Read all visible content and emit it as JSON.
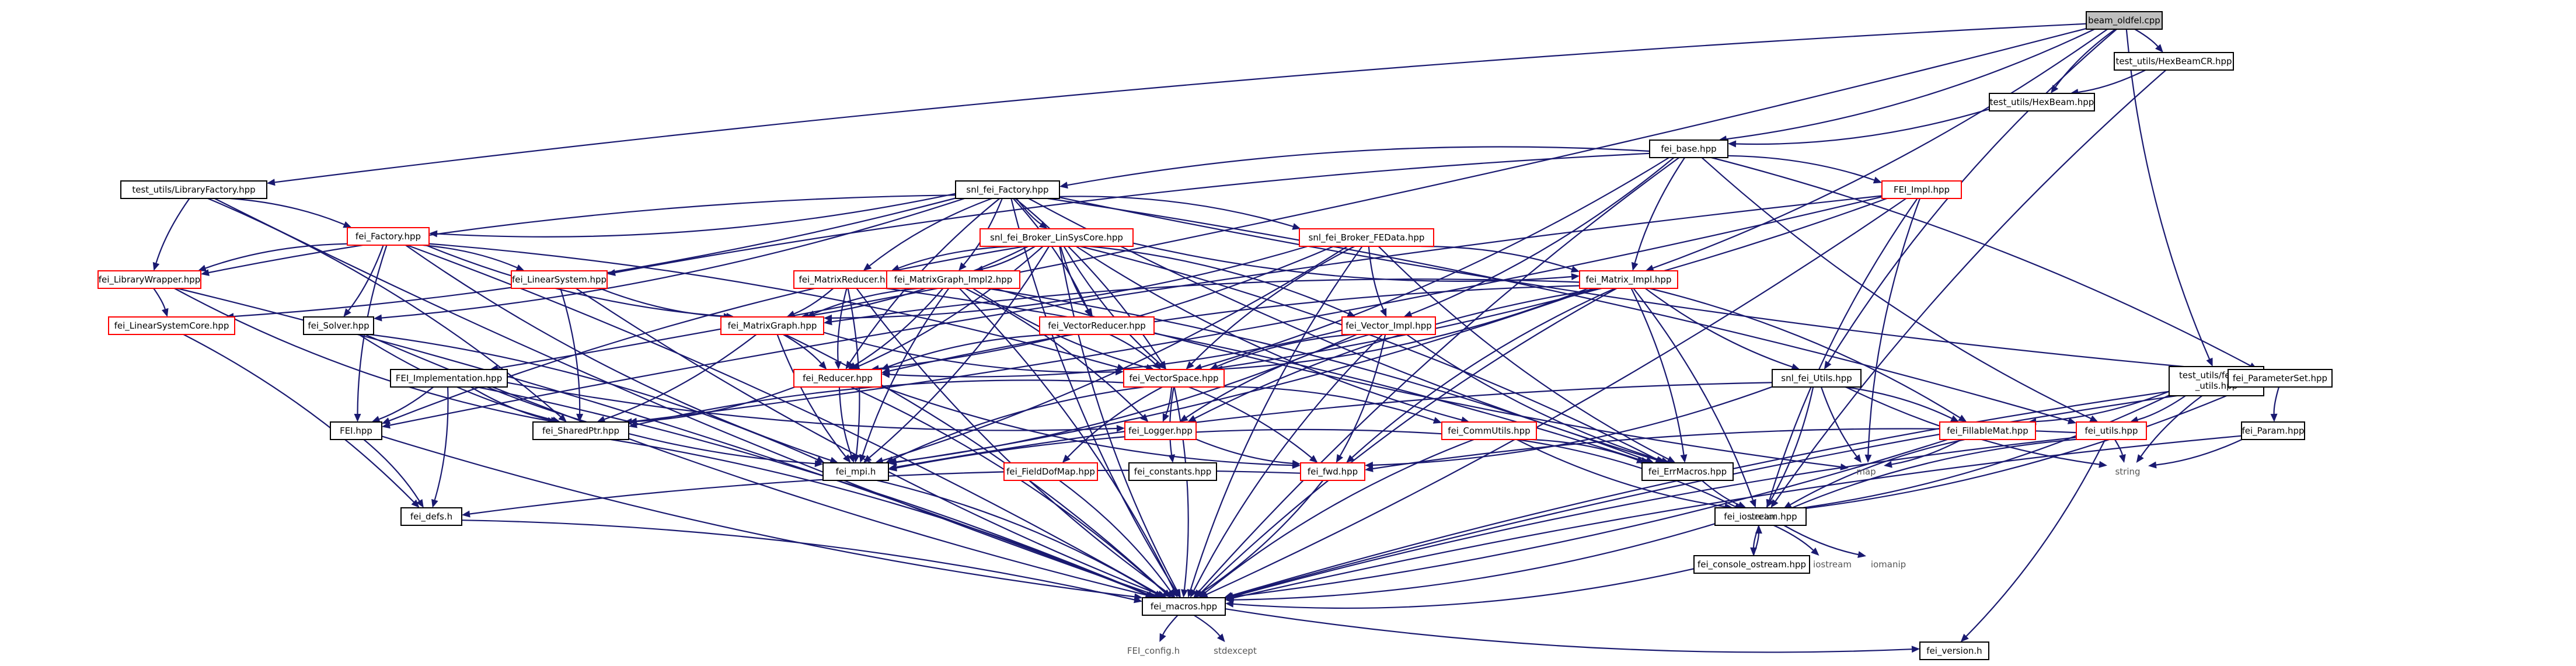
{
  "graph": {
    "root": "beam_oldfel.cpp",
    "colors": {
      "edge": "#191970",
      "node_border": "#000000",
      "truncated_border": "#ff0000",
      "root_fill": "#bfbfbf"
    },
    "nodes": [
      {
        "id": "beam",
        "label": "beam_oldfel.cpp",
        "kind": "root"
      },
      {
        "id": "hexbeamcr",
        "label": "test_utils/HexBeamCR.hpp",
        "kind": "normal"
      },
      {
        "id": "hexbeam",
        "label": "test_utils/HexBeam.hpp",
        "kind": "normal"
      },
      {
        "id": "fei_base",
        "label": "fei_base.hpp",
        "kind": "normal"
      },
      {
        "id": "libfactory",
        "label": "test_utils/LibraryFactory.hpp",
        "kind": "normal"
      },
      {
        "id": "snl_factory",
        "label": "snl_fei_Factory.hpp",
        "kind": "normal"
      },
      {
        "id": "fei_impl",
        "label": "FEI_Impl.hpp",
        "kind": "truncated"
      },
      {
        "id": "factory",
        "label": "fei_Factory.hpp",
        "kind": "truncated"
      },
      {
        "id": "broker_lsc",
        "label": "snl_fei_Broker_LinSysCore.hpp",
        "kind": "truncated"
      },
      {
        "id": "broker_fed",
        "label": "snl_fei_Broker_FEData.hpp",
        "kind": "truncated"
      },
      {
        "id": "libwrapper",
        "label": "fei_LibraryWrapper.hpp",
        "kind": "truncated"
      },
      {
        "id": "linsys",
        "label": "fei_LinearSystem.hpp",
        "kind": "truncated"
      },
      {
        "id": "matred",
        "label": "fei_MatrixReducer.hpp",
        "kind": "truncated"
      },
      {
        "id": "matgraph_impl",
        "label": "fei_MatrixGraph_Impl2.hpp",
        "kind": "truncated"
      },
      {
        "id": "matrix_impl",
        "label": "fei_Matrix_Impl.hpp",
        "kind": "truncated"
      },
      {
        "id": "lsc",
        "label": "fei_LinearSystemCore.hpp",
        "kind": "truncated"
      },
      {
        "id": "solver",
        "label": "fei_Solver.hpp",
        "kind": "normal"
      },
      {
        "id": "matgraph",
        "label": "fei_MatrixGraph.hpp",
        "kind": "truncated"
      },
      {
        "id": "vecred",
        "label": "fei_VectorReducer.hpp",
        "kind": "truncated"
      },
      {
        "id": "vec_impl",
        "label": "fei_Vector_Impl.hpp",
        "kind": "truncated"
      },
      {
        "id": "snl_utils",
        "label": "snl_fei_Utils.hpp",
        "kind": "normal"
      },
      {
        "id": "test_utils",
        "label": "test_utils/fei_test_utils.hpp",
        "kind": "normal"
      },
      {
        "id": "paramset",
        "label": "fei_ParameterSet.hpp",
        "kind": "normal"
      },
      {
        "id": "fei_implementation",
        "label": "FEI_Implementation.hpp",
        "kind": "normal"
      },
      {
        "id": "reducer",
        "label": "fei_Reducer.hpp",
        "kind": "truncated"
      },
      {
        "id": "vecspace",
        "label": "fei_VectorSpace.hpp",
        "kind": "truncated"
      },
      {
        "id": "fei_hpp",
        "label": "FEI.hpp",
        "kind": "normal"
      },
      {
        "id": "sharedptr",
        "label": "fei_SharedPtr.hpp",
        "kind": "normal"
      },
      {
        "id": "logger",
        "label": "fei_Logger.hpp",
        "kind": "truncated"
      },
      {
        "id": "fdmap",
        "label": "fei_FieldDofMap.hpp",
        "kind": "truncated"
      },
      {
        "id": "commutils",
        "label": "fei_CommUtils.hpp",
        "kind": "truncated"
      },
      {
        "id": "fillable",
        "label": "fei_FillableMat.hpp",
        "kind": "truncated"
      },
      {
        "id": "fei_utils",
        "label": "fei_utils.hpp",
        "kind": "truncated"
      },
      {
        "id": "param",
        "label": "fei_Param.hpp",
        "kind": "normal"
      },
      {
        "id": "mpi",
        "label": "fei_mpi.h",
        "kind": "normal"
      },
      {
        "id": "constants",
        "label": "fei_constants.hpp",
        "kind": "normal"
      },
      {
        "id": "fwd",
        "label": "fei_fwd.hpp",
        "kind": "truncated"
      },
      {
        "id": "errmacros",
        "label": "fei_ErrMacros.hpp",
        "kind": "normal"
      },
      {
        "id": "map",
        "label": "map",
        "kind": "plain"
      },
      {
        "id": "string",
        "label": "string",
        "kind": "plain"
      },
      {
        "id": "defs",
        "label": "fei_defs.h",
        "kind": "normal"
      },
      {
        "id": "iostream_hpp",
        "label": "fei_iostream.hpp",
        "kind": "normal"
      },
      {
        "id": "vector",
        "label": "vector",
        "kind": "plain"
      },
      {
        "id": "console",
        "label": "fei_console_ostream.hpp",
        "kind": "normal"
      },
      {
        "id": "iostream",
        "label": "iostream",
        "kind": "plain"
      },
      {
        "id": "iomanip",
        "label": "iomanip",
        "kind": "plain"
      },
      {
        "id": "macros",
        "label": "fei_macros.hpp",
        "kind": "normal"
      },
      {
        "id": "config",
        "label": "FEI_config.h",
        "kind": "plain"
      },
      {
        "id": "stdexcept",
        "label": "stdexcept",
        "kind": "plain"
      },
      {
        "id": "version",
        "label": "fei_version.h",
        "kind": "normal"
      }
    ],
    "edges": [
      [
        "beam",
        "hexbeamcr"
      ],
      [
        "beam",
        "hexbeam"
      ],
      [
        "beam",
        "fei_base"
      ],
      [
        "beam",
        "libfactory"
      ],
      [
        "beam",
        "fei_implementation"
      ],
      [
        "beam",
        "test_utils"
      ],
      [
        "beam",
        "matrix_impl"
      ],
      [
        "beam",
        "snl_utils"
      ],
      [
        "hexbeamcr",
        "hexbeam"
      ],
      [
        "hexbeamcr",
        "vector"
      ],
      [
        "hexbeam",
        "fei_base"
      ],
      [
        "fei_base",
        "snl_factory"
      ],
      [
        "fei_base",
        "fei_impl"
      ],
      [
        "fei_base",
        "linsys"
      ],
      [
        "fei_base",
        "vec_impl"
      ],
      [
        "fei_base",
        "fei_utils"
      ],
      [
        "fei_base",
        "paramset"
      ],
      [
        "fei_base",
        "macros"
      ],
      [
        "fei_base",
        "vecspace"
      ],
      [
        "fei_base",
        "matrix_impl"
      ],
      [
        "libfactory",
        "factory"
      ],
      [
        "libfactory",
        "libwrapper"
      ],
      [
        "libfactory",
        "sharedptr"
      ],
      [
        "libfactory",
        "macros"
      ],
      [
        "snl_factory",
        "factory"
      ],
      [
        "snl_factory",
        "broker_lsc"
      ],
      [
        "snl_factory",
        "broker_fed"
      ],
      [
        "snl_factory",
        "matred"
      ],
      [
        "snl_factory",
        "matgraph_impl"
      ],
      [
        "snl_factory",
        "libwrapper"
      ],
      [
        "snl_factory",
        "solver"
      ],
      [
        "snl_factory",
        "reducer"
      ],
      [
        "snl_factory",
        "vecred"
      ],
      [
        "snl_factory",
        "paramset"
      ],
      [
        "snl_factory",
        "fei_utils"
      ],
      [
        "snl_factory",
        "errmacros"
      ],
      [
        "snl_factory",
        "lsc"
      ],
      [
        "snl_factory",
        "macros"
      ],
      [
        "snl_factory",
        "vecspace"
      ],
      [
        "fei_impl",
        "fei_hpp"
      ],
      [
        "fei_impl",
        "vecspace"
      ],
      [
        "fei_impl",
        "map"
      ],
      [
        "fei_impl",
        "macros"
      ],
      [
        "fei_impl",
        "vector"
      ],
      [
        "fei_impl",
        "sharedptr"
      ],
      [
        "factory",
        "libwrapper"
      ],
      [
        "factory",
        "linsys"
      ],
      [
        "factory",
        "matgraph"
      ],
      [
        "factory",
        "solver"
      ],
      [
        "factory",
        "fei_hpp"
      ],
      [
        "factory",
        "macros"
      ],
      [
        "factory",
        "mpi"
      ],
      [
        "factory",
        "vecspace"
      ],
      [
        "broker_lsc",
        "matred"
      ],
      [
        "broker_lsc",
        "matgraph_impl"
      ],
      [
        "broker_lsc",
        "vecred"
      ],
      [
        "broker_lsc",
        "reducer"
      ],
      [
        "broker_lsc",
        "vecspace"
      ],
      [
        "broker_lsc",
        "vec_impl"
      ],
      [
        "broker_lsc",
        "matrix_impl"
      ],
      [
        "broker_lsc",
        "matgraph"
      ],
      [
        "broker_lsc",
        "fei_hpp"
      ],
      [
        "broker_lsc",
        "errmacros"
      ],
      [
        "broker_lsc",
        "commutils"
      ],
      [
        "broker_lsc",
        "mpi"
      ],
      [
        "broker_lsc",
        "macros"
      ],
      [
        "broker_fed",
        "matrix_impl"
      ],
      [
        "broker_fed",
        "vec_impl"
      ],
      [
        "broker_fed",
        "matgraph"
      ],
      [
        "broker_fed",
        "vecspace"
      ],
      [
        "broker_fed",
        "reducer"
      ],
      [
        "broker_fed",
        "errmacros"
      ],
      [
        "broker_fed",
        "mpi"
      ],
      [
        "broker_fed",
        "macros"
      ],
      [
        "libwrapper",
        "lsc"
      ],
      [
        "libwrapper",
        "sharedptr"
      ],
      [
        "libwrapper",
        "macros"
      ],
      [
        "linsys",
        "matgraph"
      ],
      [
        "linsys",
        "sharedptr"
      ],
      [
        "linsys",
        "macros"
      ],
      [
        "matred",
        "matgraph"
      ],
      [
        "matred",
        "reducer"
      ],
      [
        "matred",
        "mpi"
      ],
      [
        "matred",
        "macros"
      ],
      [
        "matred",
        "errmacros"
      ],
      [
        "matgraph_impl",
        "matgraph"
      ],
      [
        "matgraph_impl",
        "reducer"
      ],
      [
        "matgraph_impl",
        "vecspace"
      ],
      [
        "matgraph_impl",
        "logger"
      ],
      [
        "matgraph_impl",
        "mpi"
      ],
      [
        "matgraph_impl",
        "errmacros"
      ],
      [
        "matgraph_impl",
        "map"
      ],
      [
        "matgraph_impl",
        "macros"
      ],
      [
        "matrix_impl",
        "matgraph"
      ],
      [
        "matrix_impl",
        "vecspace"
      ],
      [
        "matrix_impl",
        "snl_utils"
      ],
      [
        "matrix_impl",
        "fillable"
      ],
      [
        "matrix_impl",
        "logger"
      ],
      [
        "matrix_impl",
        "errmacros"
      ],
      [
        "matrix_impl",
        "fwd"
      ],
      [
        "matrix_impl",
        "iostream_hpp"
      ],
      [
        "matrix_impl",
        "reducer"
      ],
      [
        "matrix_impl",
        "mpi"
      ],
      [
        "matrix_impl",
        "macros"
      ],
      [
        "lsc",
        "defs"
      ],
      [
        "solver",
        "sharedptr"
      ],
      [
        "solver",
        "mpi"
      ],
      [
        "solver",
        "macros"
      ],
      [
        "matgraph",
        "reducer"
      ],
      [
        "matgraph",
        "vecspace"
      ],
      [
        "matgraph",
        "sharedptr"
      ],
      [
        "matgraph",
        "mpi"
      ],
      [
        "matgraph",
        "macros"
      ],
      [
        "vecred",
        "reducer"
      ],
      [
        "vecred",
        "vecspace"
      ],
      [
        "vec_impl",
        "vecspace"
      ],
      [
        "vec_impl",
        "reducer"
      ],
      [
        "vec_impl",
        "logger"
      ],
      [
        "vec_impl",
        "mpi"
      ],
      [
        "vec_impl",
        "errmacros"
      ],
      [
        "vec_impl",
        "fwd"
      ],
      [
        "vec_impl",
        "macros"
      ],
      [
        "snl_utils",
        "fillable"
      ],
      [
        "snl_utils",
        "map"
      ],
      [
        "snl_utils",
        "vector"
      ],
      [
        "snl_utils",
        "string"
      ],
      [
        "snl_utils",
        "fwd"
      ],
      [
        "snl_utils",
        "mpi"
      ],
      [
        "test_utils",
        "fei_utils"
      ],
      [
        "test_utils",
        "string"
      ],
      [
        "test_utils",
        "vector"
      ],
      [
        "test_utils",
        "macros"
      ],
      [
        "test_utils",
        "fillable"
      ],
      [
        "paramset",
        "param"
      ],
      [
        "paramset",
        "vector"
      ],
      [
        "paramset",
        "macros"
      ],
      [
        "fei_implementation",
        "fei_hpp"
      ],
      [
        "fei_implementation",
        "sharedptr"
      ],
      [
        "fei_implementation",
        "defs"
      ],
      [
        "fei_implementation",
        "mpi"
      ],
      [
        "fei_implementation",
        "macros"
      ],
      [
        "fei_implementation",
        "logger"
      ],
      [
        "reducer",
        "sharedptr"
      ],
      [
        "reducer",
        "mpi"
      ],
      [
        "reducer",
        "macros"
      ],
      [
        "reducer",
        "fwd"
      ],
      [
        "vecspace",
        "logger"
      ],
      [
        "vecspace",
        "fdmap"
      ],
      [
        "vecspace",
        "commutils"
      ],
      [
        "vecspace",
        "constants"
      ],
      [
        "vecspace",
        "fwd"
      ],
      [
        "vecspace",
        "mpi"
      ],
      [
        "vecspace",
        "macros"
      ],
      [
        "vecspace",
        "sharedptr"
      ],
      [
        "fei_hpp",
        "defs"
      ],
      [
        "fei_hpp",
        "macros"
      ],
      [
        "sharedptr",
        "macros"
      ],
      [
        "logger",
        "fwd"
      ],
      [
        "fdmap",
        "macros"
      ],
      [
        "commutils",
        "mpi"
      ],
      [
        "commutils",
        "errmacros"
      ],
      [
        "commutils",
        "iostream_hpp"
      ],
      [
        "commutils",
        "vector"
      ],
      [
        "commutils",
        "macros"
      ],
      [
        "fillable",
        "map"
      ],
      [
        "fillable",
        "vector"
      ],
      [
        "fillable",
        "macros"
      ],
      [
        "fei_utils",
        "fwd"
      ],
      [
        "fei_utils",
        "version"
      ],
      [
        "fei_utils",
        "vector"
      ],
      [
        "fei_utils",
        "string"
      ],
      [
        "fei_utils",
        "macros"
      ],
      [
        "param",
        "string"
      ],
      [
        "param",
        "macros"
      ],
      [
        "mpi",
        "macros"
      ],
      [
        "fwd",
        "defs"
      ],
      [
        "fwd",
        "macros"
      ],
      [
        "errmacros",
        "iostream_hpp"
      ],
      [
        "defs",
        "macros"
      ],
      [
        "iostream_hpp",
        "console"
      ],
      [
        "iostream_hpp",
        "iostream"
      ],
      [
        "iostream_hpp",
        "iomanip"
      ],
      [
        "iostream_hpp",
        "macros"
      ],
      [
        "console",
        "iostream_hpp"
      ],
      [
        "console",
        "macros"
      ],
      [
        "macros",
        "config"
      ],
      [
        "macros",
        "stdexcept"
      ],
      [
        "macros",
        "version"
      ]
    ]
  }
}
